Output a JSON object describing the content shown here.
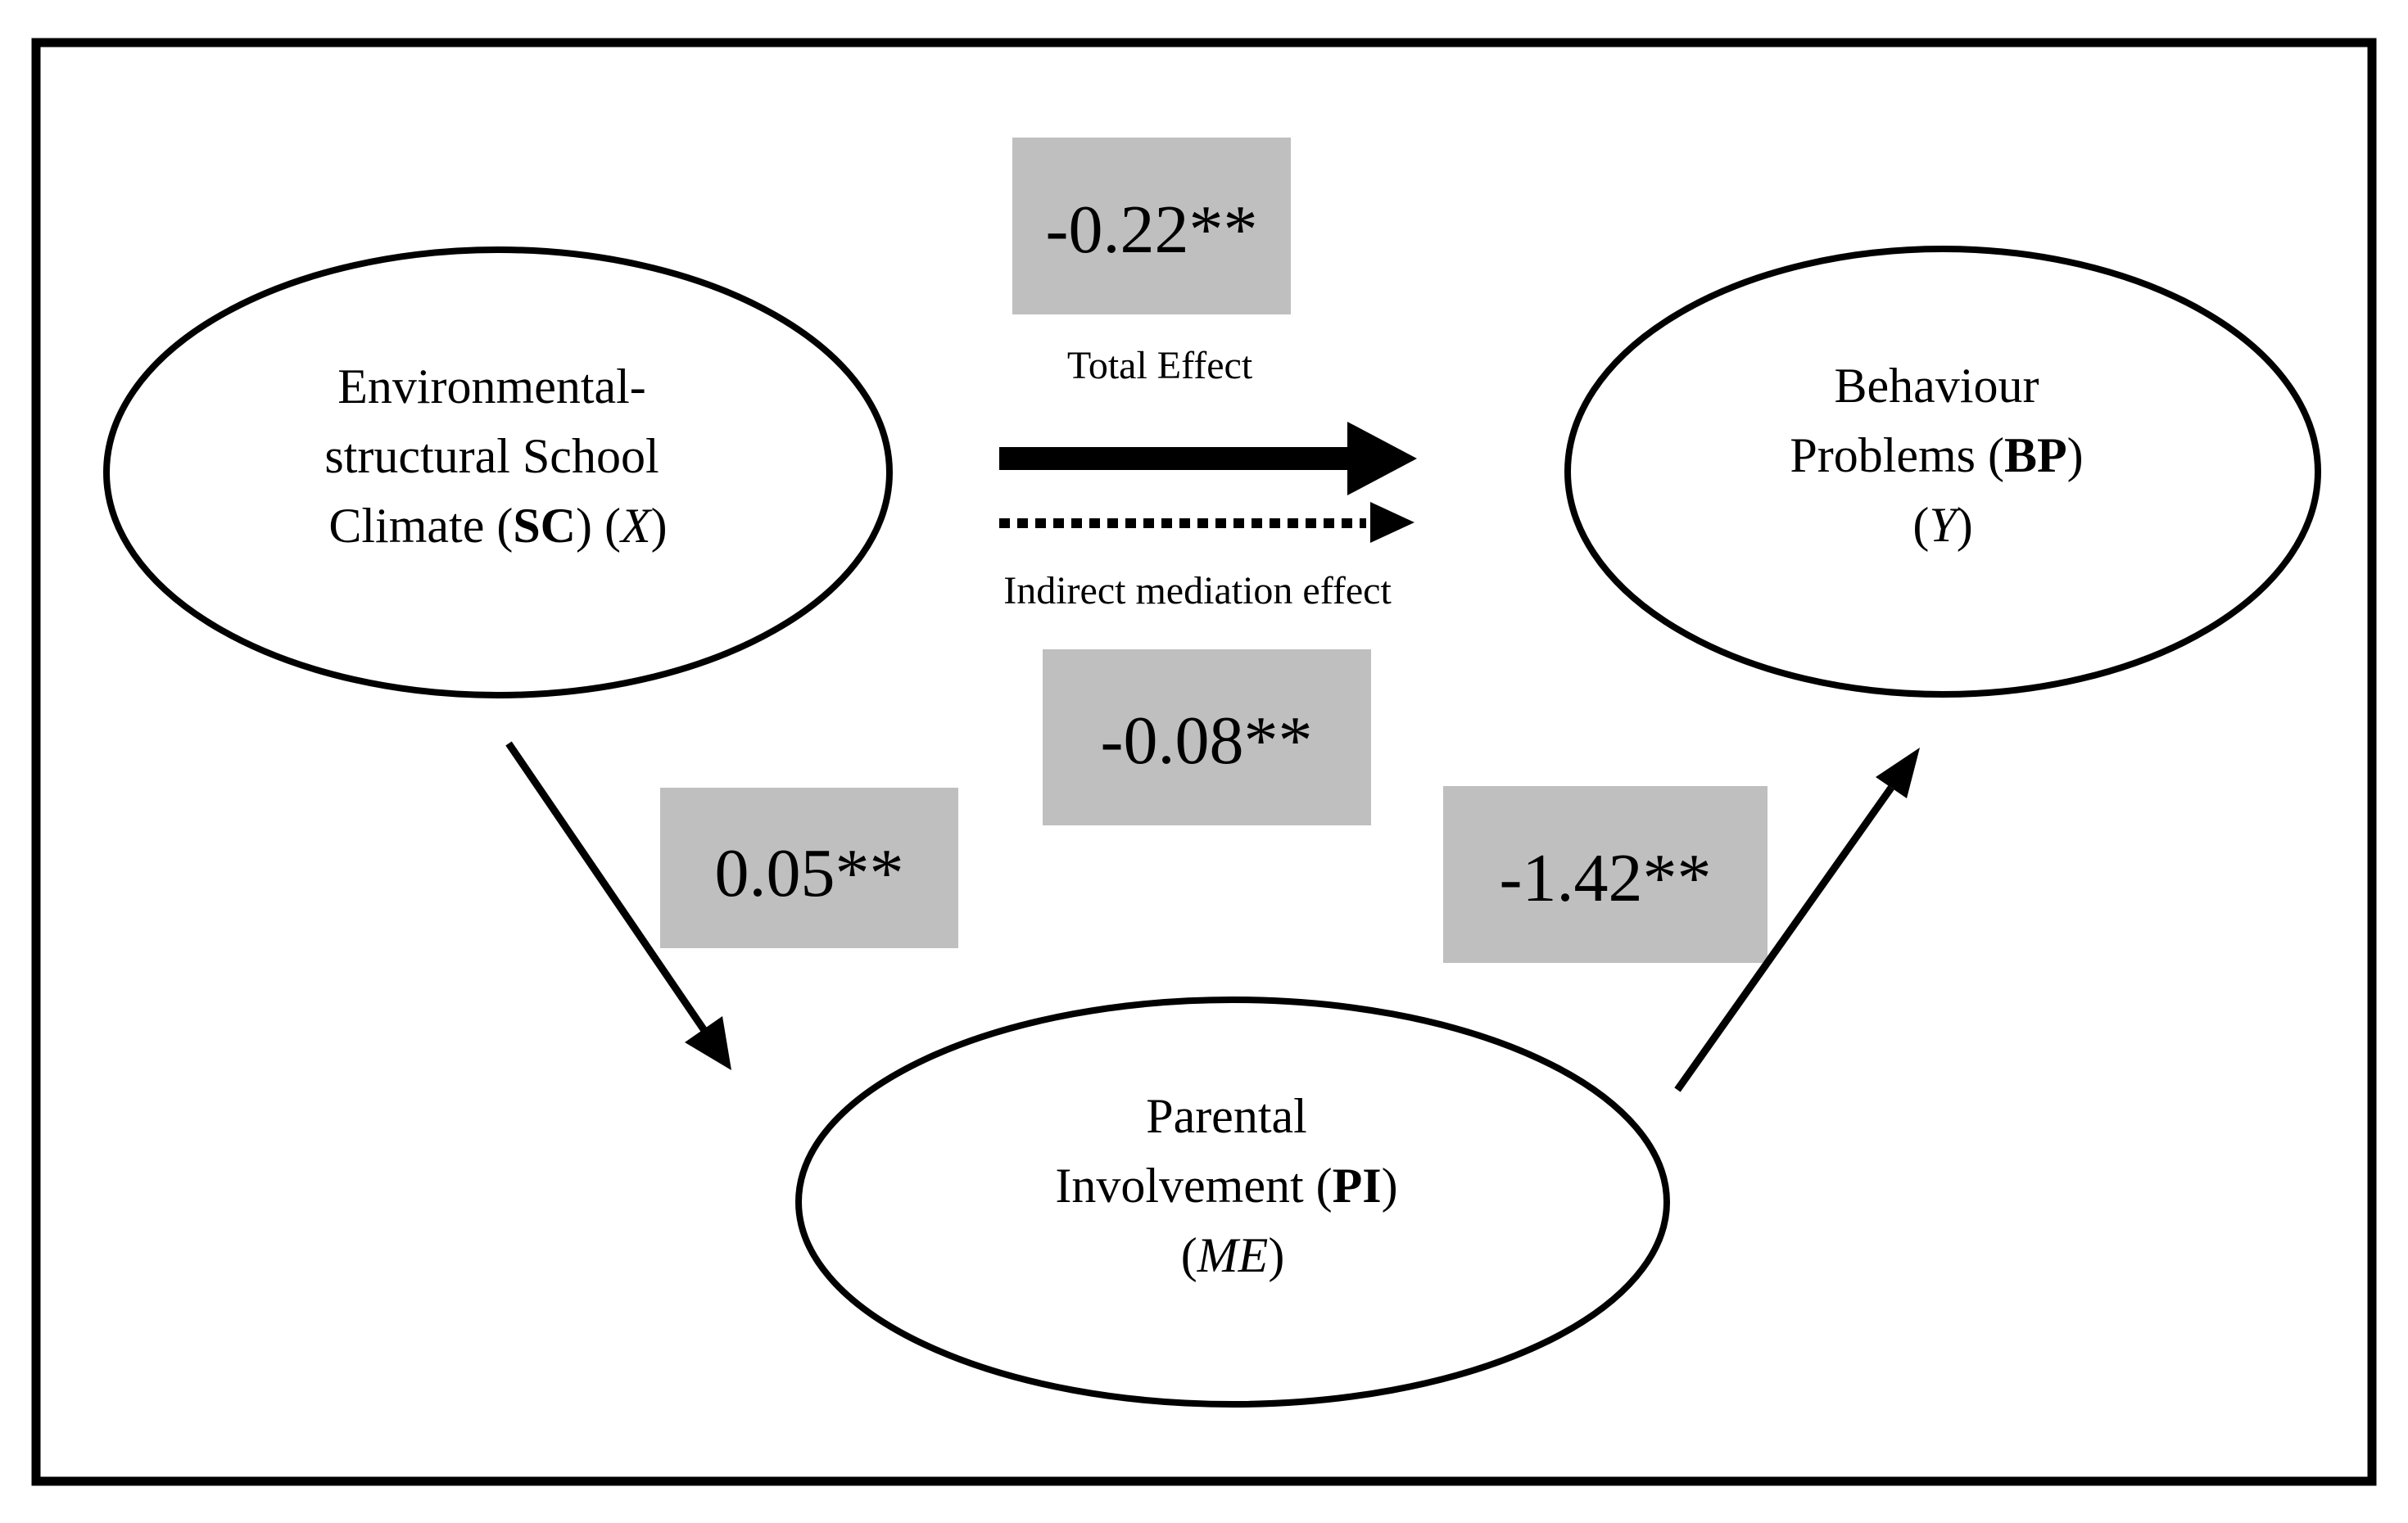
{
  "colors": {
    "background": "#ffffff",
    "stroke": "#000000",
    "box_fill": "#bfbfbf",
    "box_text_color": "#ffffff"
  },
  "nodes": {
    "sc": {
      "line1": "Environmental-",
      "line2": "structural School",
      "line3_pre": "Climate (",
      "line3_abbr": "SC",
      "line3_mid": ") (",
      "line3_var": "X",
      "line3_end": ")"
    },
    "bp": {
      "line1": "Behaviour",
      "line2_pre": "Problems (",
      "line2_abbr": "BP",
      "line2_end": ")",
      "line3_pre": "(",
      "line3_var": "Y",
      "line3_end": ")"
    },
    "pi": {
      "line1": "Parental",
      "line2_pre": "Involvement (",
      "line2_abbr": "PI",
      "line2_end": ")",
      "line3_pre": "(",
      "line3_var": "ME",
      "line3_end": ")"
    }
  },
  "coefficients": {
    "total_effect": "-0.22**",
    "indirect_effect": "-0.08**",
    "path_a": "0.05**",
    "path_b": "-1.42**"
  },
  "arrow_labels": {
    "total_effect": "Total Effect",
    "indirect_effect": "Indirect mediation effect"
  }
}
